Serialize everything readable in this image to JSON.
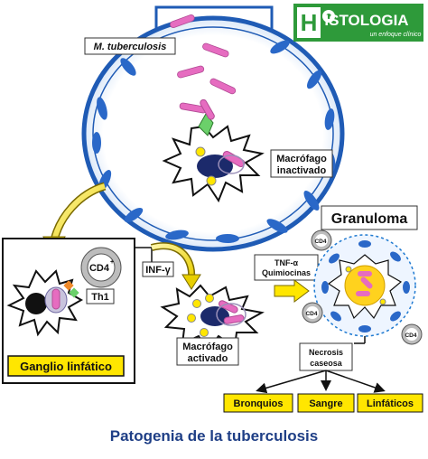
{
  "logo": {
    "letter": "H",
    "text": "ISTOLOGIA",
    "tagline": "un enfoque clínico",
    "colors": {
      "bg": "#2e9a3a",
      "text": "#ffffff",
      "letter_bg": "#ffffff",
      "letter": "#2e9a3a"
    }
  },
  "lung": {
    "label_bacteria": "M. tuberculosis",
    "label_macrophage": [
      "Macrófago",
      "inactivado"
    ],
    "colors": {
      "wall": "#1f5bb5",
      "cell": "#2a68c8",
      "bacteria": "#e66cc0"
    }
  },
  "lymph_node": {
    "cd4": "CD4",
    "cd4_sup": "+",
    "th1": "Th1",
    "label": "Ganglio linfático",
    "label_bg": "#ffe600"
  },
  "activation": {
    "cytokine": "INF-γ",
    "label": [
      "Macrófago",
      "activado"
    ]
  },
  "granuloma": {
    "title": "Granuloma",
    "signals": [
      "TNF-α",
      "Quimiocinas"
    ],
    "cd4_badge": "CD4",
    "cd4_sup": "+",
    "necrosis": [
      "Necrosis",
      "caseosa"
    ],
    "destinations": [
      "Bronquios",
      "Sangre",
      "Linfáticos"
    ],
    "dest_bg": "#ffe600",
    "arrow_color": "#ffe600"
  },
  "caption": "Patogenia de la tuberculosis",
  "caption_color": "#1f3f86"
}
